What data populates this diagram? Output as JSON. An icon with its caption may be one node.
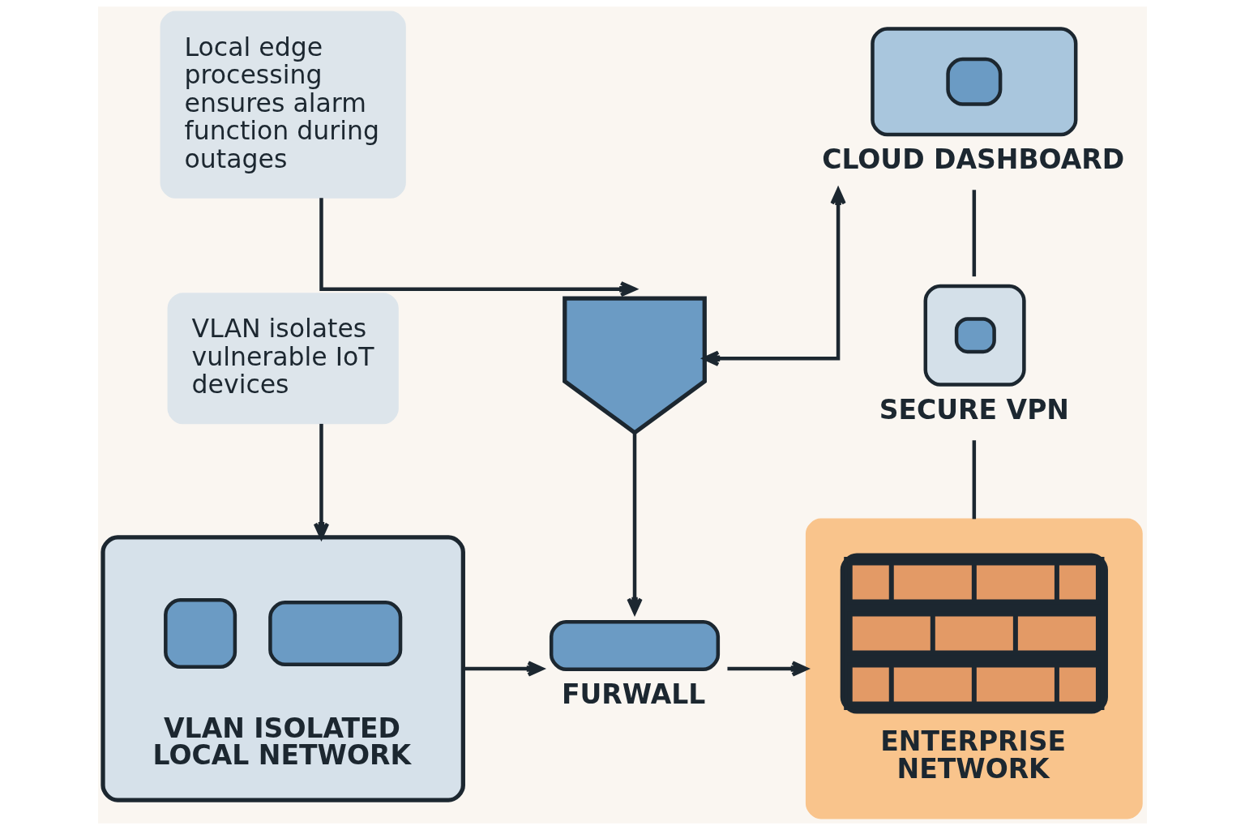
{
  "diagram": {
    "nodes": [
      {
        "text": [
          "Local edge processing ensures alarm function during outages"
        ]
      },
      {
        "text": [
          "CLOUD DASHBOARD"
        ]
      },
      {
        "text": [
          "VLAN isolates vulnerable IoT devices"
        ]
      },
      {
        "text": [],
        "shape": "shield"
      },
      {
        "text": [
          "SECURE VPN"
        ]
      },
      {
        "text": [
          "VLAN ISOLATED LOCAL NETWORK"
        ]
      },
      {
        "text": [
          "FURWALL"
        ]
      },
      {
        "text": [
          "ENTERPRISE NETWORK"
        ]
      }
    ],
    "edges": [
      {
        "from": 0,
        "to": 3,
        "arrow": "to"
      },
      {
        "from": 3,
        "to": 1,
        "arrow": "both"
      },
      {
        "from": 2,
        "to": 5,
        "arrow": "to"
      },
      {
        "from": 3,
        "to": 6,
        "arrow": "to"
      },
      {
        "from": 5,
        "to": 6,
        "arrow": "to"
      },
      {
        "from": 6,
        "to": 7,
        "arrow": "to"
      },
      {
        "from": 1,
        "to": 4,
        "arrow": "none"
      },
      {
        "from": 4,
        "to": 7,
        "arrow": "none"
      }
    ]
  }
}
